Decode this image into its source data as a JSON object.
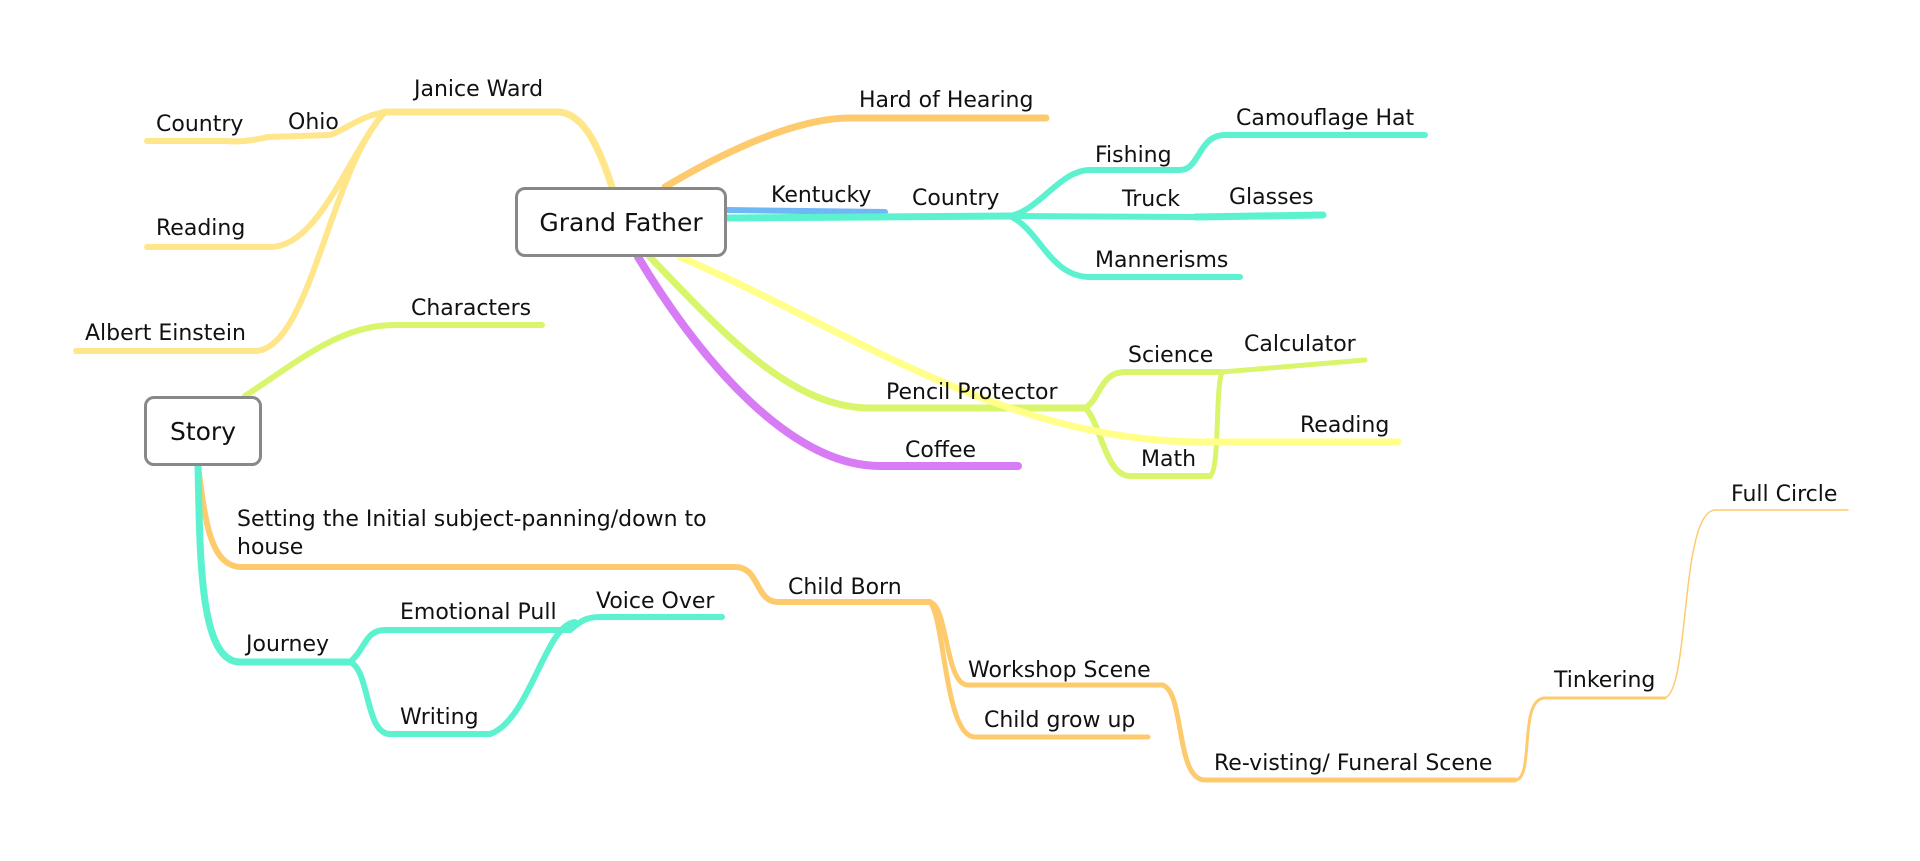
{
  "colors": {
    "yellow": "#FFE68A",
    "orange": "#FDCB6E",
    "cyan": "#5DF2CF",
    "blue": "#6FB8F5",
    "lime": "#D8F56C",
    "lightyellow": "#FFFF8A",
    "purple": "#D77CF4",
    "topic_border": "#888888"
  },
  "topics": {
    "grandfather": "Grand Father",
    "story": "Story"
  },
  "nodes": {
    "janice_ward": "Janice Ward",
    "ohio": "Ohio",
    "country_left": "Country",
    "reading_left": "Reading",
    "albert_einstein": "Albert Einstein",
    "hard_of_hearing": "Hard of Hearing",
    "kentucky": "Kentucky",
    "country_right": "Country",
    "fishing": "Fishing",
    "camouflage_hat": "Camouflage Hat",
    "truck": "Truck",
    "glasses": "Glasses",
    "mannerisms": "Mannerisms",
    "pencil_protector": "Pencil Protector",
    "science": "Science",
    "calculator": "Calculator",
    "reading_right": "Reading",
    "math": "Math",
    "coffee": "Coffee",
    "characters": "Characters",
    "setting": "Setting the Initial subject-panning/down to house",
    "journey": "Journey",
    "emotional_pull": "Emotional Pull",
    "voice_over": "Voice Over",
    "writing": "Writing",
    "child_born": "Child Born",
    "workshop_scene": "Workshop Scene",
    "child_grow_up": "Child grow up",
    "revisiting": "Re-visting/ Funeral Scene",
    "tinkering": "Tinkering",
    "full_circle": "Full Circle"
  }
}
